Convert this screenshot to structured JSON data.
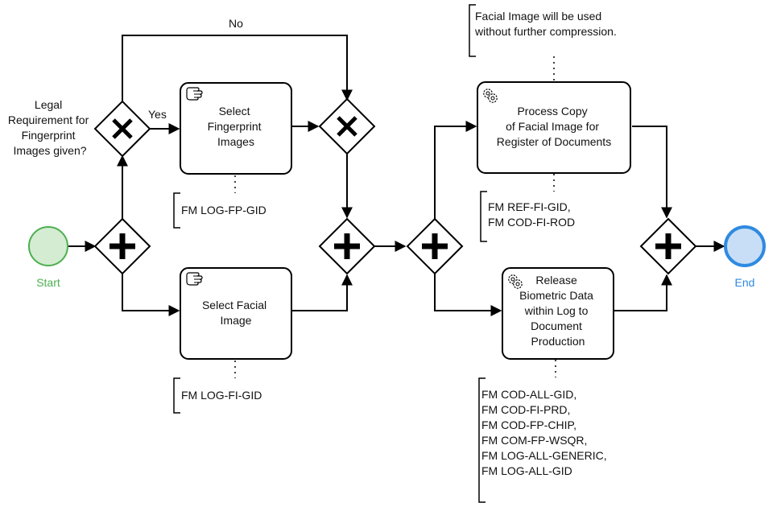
{
  "events": {
    "start": {
      "label": "Start",
      "color": "#4caf50",
      "fill": "#d4ecd2"
    },
    "end": {
      "label": "End",
      "color": "#2f8ae0",
      "fill": "#c8def6"
    }
  },
  "gateways": {
    "legal_question": [
      "Legal",
      "Requirement for",
      "Fingerprint",
      "Images given?"
    ],
    "yes": "Yes",
    "no": "No"
  },
  "tasks": {
    "select_fingerprint": [
      "Select",
      "Fingerprint",
      "Images"
    ],
    "select_facial": [
      "Select Facial",
      "Image"
    ],
    "process_copy": [
      "Process Copy",
      "of Facial Image for",
      "Register of Documents"
    ],
    "release_biometric": [
      "Release",
      "Biometric Data",
      "within Log to",
      "Document",
      "Production"
    ]
  },
  "annotations": {
    "log_fp": [
      "FM LOG-FP-GID"
    ],
    "log_fi": [
      "FM LOG-FI-GID"
    ],
    "compression_note": [
      "Facial Image will be used",
      "without further compression."
    ],
    "ref_cod": [
      "FM REF-FI-GID,",
      "FM COD-FI-ROD"
    ],
    "release_list": [
      "FM COD-ALL-GID,",
      "FM COD-FI-PRD,",
      "FM COD-FP-CHIP,",
      "FM COM-FP-WSQR,",
      "FM LOG-ALL-GENERIC,",
      "FM LOG-ALL-GID"
    ]
  }
}
